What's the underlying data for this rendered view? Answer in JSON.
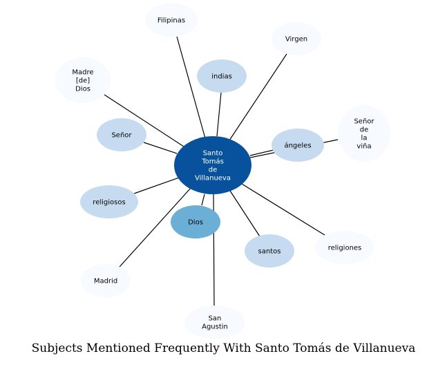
{
  "title": "Subjects Mentioned Frequently With Santo Tomás de Villanueva",
  "colors": {
    "center": "#08519c",
    "strong": "#6baed6",
    "medium": "#c6dbef",
    "light": "#f7fbff",
    "edge": "#000000"
  },
  "center": {
    "id": "center",
    "lines": [
      "Santo",
      "Tomás",
      "de",
      "Villanueva"
    ],
    "level": "center"
  },
  "nodes": [
    {
      "id": "filipinas",
      "lines": [
        "Filipinas"
      ],
      "level": "light"
    },
    {
      "id": "virgen",
      "lines": [
        "Virgen"
      ],
      "level": "light"
    },
    {
      "id": "madre-de-dios",
      "lines": [
        "Madre",
        "[de]",
        "Dios"
      ],
      "level": "light"
    },
    {
      "id": "indias",
      "lines": [
        "indias"
      ],
      "level": "medium"
    },
    {
      "id": "senor-de-la-vina",
      "lines": [
        "Señor",
        "de",
        "la",
        "viña"
      ],
      "level": "light"
    },
    {
      "id": "senor",
      "lines": [
        "Señor"
      ],
      "level": "medium"
    },
    {
      "id": "angeles",
      "lines": [
        "ángeles"
      ],
      "level": "medium"
    },
    {
      "id": "religiosos",
      "lines": [
        "religiosos"
      ],
      "level": "medium"
    },
    {
      "id": "dios",
      "lines": [
        "Dios"
      ],
      "level": "strong"
    },
    {
      "id": "santos",
      "lines": [
        "santos"
      ],
      "level": "medium"
    },
    {
      "id": "religiones",
      "lines": [
        "religiones"
      ],
      "level": "light"
    },
    {
      "id": "madrid",
      "lines": [
        "Madrid"
      ],
      "level": "light"
    },
    {
      "id": "san-agustin",
      "lines": [
        "San",
        "Agustin"
      ],
      "level": "light"
    }
  ]
}
